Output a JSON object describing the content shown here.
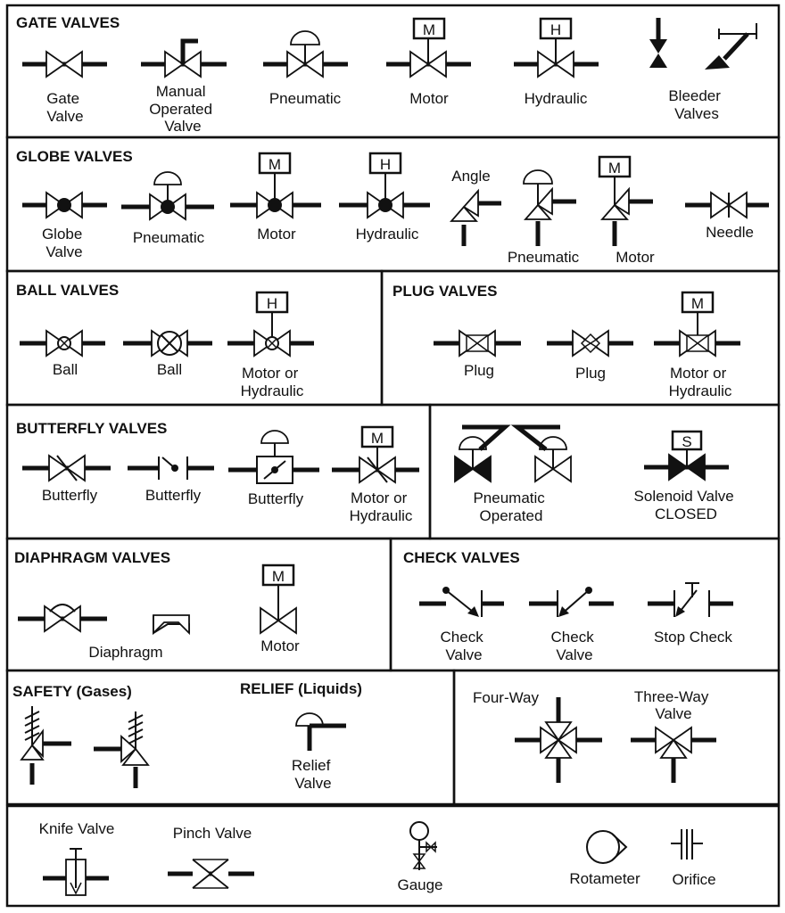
{
  "sections": {
    "gate": "GATE VALVES",
    "globe": "GLOBE VALVES",
    "ball": "BALL VALVES",
    "plug": "PLUG VALVES",
    "butterfly": "BUTTERFLY VALVES",
    "diaphragm": "DIAPHRAGM VALVES",
    "check": "CHECK VALVES",
    "safety": "SAFETY (Gases)",
    "relief": "RELIEF (Liquids)"
  },
  "labels": {
    "gate_valve": [
      "Gate",
      "Valve"
    ],
    "manual_operated": [
      "Manual",
      "Operated",
      "Valve"
    ],
    "gate_pneumatic": "Pneumatic",
    "gate_motor": "Motor",
    "gate_hydraulic": "Hydraulic",
    "bleeder": [
      "Bleeder",
      "Valves"
    ],
    "globe_valve": [
      "Globe",
      "Valve"
    ],
    "globe_pneumatic": "Pneumatic",
    "globe_motor": "Motor",
    "globe_hydraulic": "Hydraulic",
    "angle": "Angle",
    "angle_pneumatic": "Pneumatic",
    "angle_motor": "Motor",
    "needle": "Needle",
    "ball1": "Ball",
    "ball2": "Ball",
    "ball_motor": [
      "Motor or",
      "Hydraulic"
    ],
    "plug1": "Plug",
    "plug2": "Plug",
    "plug_motor": [
      "Motor or",
      "Hydraulic"
    ],
    "butterfly1": "Butterfly",
    "butterfly2": "Butterfly",
    "butterfly3": "Butterfly",
    "butterfly_motor": [
      "Motor or",
      "Hydraulic"
    ],
    "pneumatic_operated": [
      "Pneumatic",
      "Operated"
    ],
    "solenoid": [
      "Solenoid Valve",
      "CLOSED"
    ],
    "diaphragm": "Diaphragm",
    "diaphragm_motor": "Motor",
    "check_valve1": [
      "Check",
      "Valve"
    ],
    "check_valve2": [
      "Check",
      "Valve"
    ],
    "stop_check": "Stop Check",
    "relief_valve": [
      "Relief",
      "Valve"
    ],
    "four_way": "Four-Way",
    "three_way": [
      "Three-Way",
      "Valve"
    ],
    "knife": "Knife Valve",
    "pinch": "Pinch Valve",
    "gauge": "Gauge",
    "rotameter": "Rotameter",
    "orifice": "Orifice"
  },
  "actuator_letters": {
    "motor": "M",
    "hydraulic": "H",
    "solenoid": "S"
  },
  "colors": {
    "line": "#111111",
    "background": "#ffffff"
  },
  "icons": [
    "gate-valve-icon",
    "globe-valve-icon",
    "ball-valve-icon",
    "plug-valve-icon",
    "butterfly-valve-icon",
    "diaphragm-valve-icon",
    "check-valve-icon",
    "safety-valve-icon",
    "relief-valve-icon",
    "four-way-valve-icon",
    "three-way-valve-icon",
    "knife-valve-icon",
    "pinch-valve-icon",
    "gauge-icon",
    "rotameter-icon",
    "orifice-icon"
  ]
}
